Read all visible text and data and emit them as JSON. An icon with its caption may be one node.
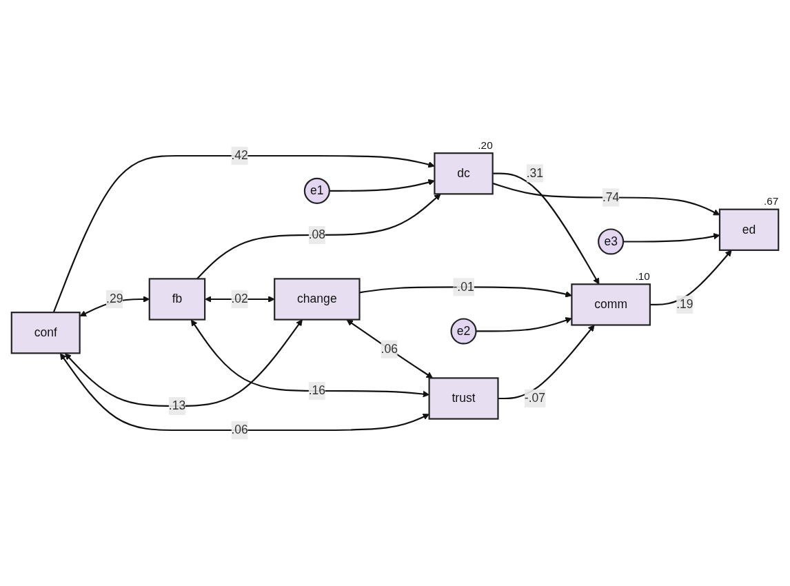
{
  "diagram": {
    "nodes": [
      {
        "text": [
          "conf"
        ]
      },
      {
        "text": [
          "fb"
        ]
      },
      {
        "text": [
          "change"
        ]
      },
      {
        "text": [
          "trust"
        ]
      },
      {
        "text": [
          "e1"
        ]
      },
      {
        "text": [
          "dc"
        ],
        "beside": [
          ".20"
        ]
      },
      {
        "text": [
          "comm"
        ],
        "beside": [
          ".10"
        ]
      },
      {
        "text": [
          "e2"
        ]
      },
      {
        "text": [
          "ed"
        ],
        "beside": [
          ".67"
        ]
      },
      {
        "text": [
          "e3"
        ]
      }
    ],
    "edges": [
      {
        "from": 0,
        "to": 5,
        "arrow": "to",
        "label": ".42"
      },
      {
        "from": 1,
        "to": 5,
        "arrow": "to",
        "label": ".08"
      },
      {
        "from": 2,
        "to": 6,
        "arrow": "to",
        "label": "-.01"
      },
      {
        "from": 3,
        "to": 6,
        "arrow": "to",
        "label": "-.07"
      },
      {
        "from": 4,
        "to": 5,
        "arrow": "to"
      },
      {
        "from": 5,
        "to": 6,
        "arrow": "to",
        "label": ".31"
      },
      {
        "from": 7,
        "to": 6,
        "arrow": "to"
      },
      {
        "from": 5,
        "to": 8,
        "arrow": "to",
        "label": ".74"
      },
      {
        "from": 6,
        "to": 8,
        "arrow": "to",
        "label": ".19"
      },
      {
        "from": 9,
        "to": 8,
        "arrow": "to"
      },
      {
        "from": 0,
        "to": 1,
        "arrow": "both",
        "label": ".29"
      },
      {
        "from": 0,
        "to": 2,
        "arrow": "both",
        "label": ".13"
      },
      {
        "from": 0,
        "to": 3,
        "arrow": "both",
        "label": ".06"
      },
      {
        "from": 1,
        "to": 2,
        "arrow": "both",
        "label": ".02"
      },
      {
        "from": 1,
        "to": 3,
        "arrow": "both",
        "label": ".16"
      },
      {
        "from": 2,
        "to": 3,
        "arrow": "both",
        "label": ".06"
      }
    ]
  }
}
